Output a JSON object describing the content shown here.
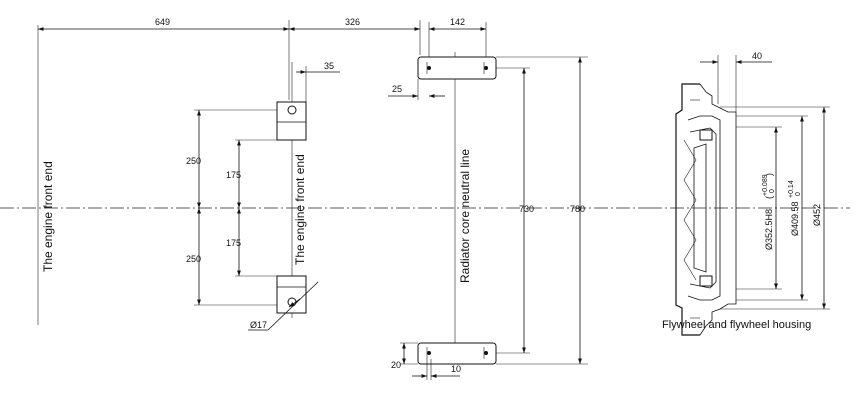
{
  "dimensions": {
    "d649": "649",
    "d326": "326",
    "d142": "142",
    "d35": "35",
    "d25": "25",
    "d250_top": "250",
    "d175_top": "175",
    "d175_bot": "175",
    "d250_bot": "250",
    "d_phi17": "Ø17",
    "d730": "730",
    "d780": "780",
    "d20": "20",
    "d10": "10",
    "d40": "40",
    "d_phi452": "Ø452",
    "d_phi352": "Ø352.5H8",
    "d_phi352_tol_upper": "+0.089",
    "d_phi352_tol_lower": "0",
    "d_phi409": "Ø409.58",
    "d_phi409_tol_upper": "+0.14",
    "d_phi409_tol_lower": "0"
  },
  "labels": {
    "engine_front_end_left": "The engine front end",
    "engine_front_end_mid": "The engine front end",
    "radiator_neutral_line": "Radiator core neutral line",
    "flywheel_caption": "Flywheel and flywheel housing"
  }
}
